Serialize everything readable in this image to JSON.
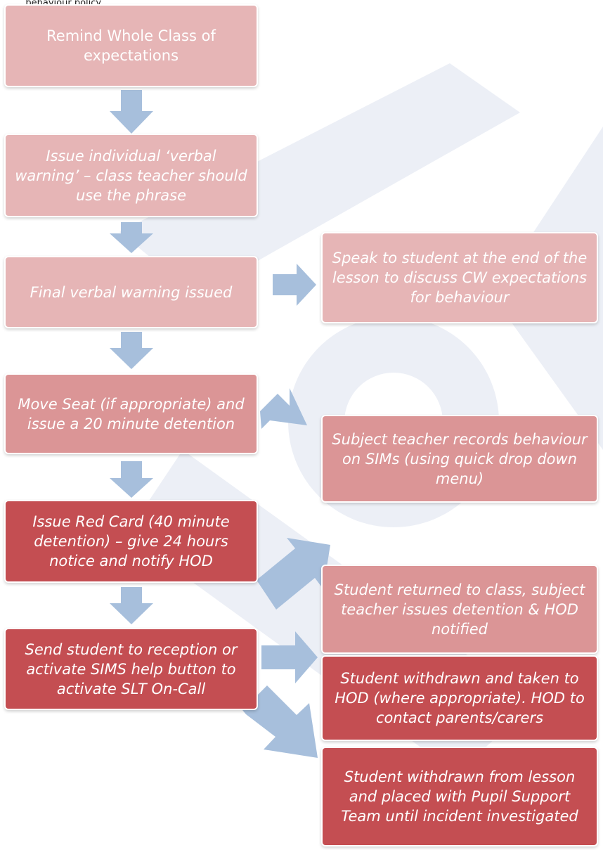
{
  "header_fragment": "...behaviour policy...",
  "colors": {
    "light_box": "#e6b5b6",
    "medium_box": "#db9596",
    "dark_box": "#c44e52",
    "arrow": "#a7bfdc"
  },
  "flow": {
    "remind_class": "Remind Whole Class of expectations",
    "verbal_warning": "Issue individual ‘verbal warning’ – class teacher should use the phrase",
    "final_warning": "Final verbal warning issued",
    "move_seat": "Move Seat (if appropriate) and issue a 20 minute detention",
    "red_card": "Issue Red Card (40 minute detention) – give 24 hours notice and notify HOD",
    "send_reception": "Send student to reception or activate SIMS help button to activate SLT On-Call"
  },
  "outcomes": {
    "speak_to_student": "Speak to student at the end of the lesson to discuss CW expectations for behaviour",
    "records_sims": "Subject teacher records behaviour on SIMs (using quick drop down menu)",
    "returned_to_class": "Student returned to class, subject teacher issues detention & HOD notified",
    "withdrawn_hod": "Student withdrawn and taken to HOD (where appropriate). HOD to contact parents/carers",
    "withdrawn_pupil_support": "Student withdrawn from lesson and placed with Pupil Support Team until incident investigated"
  }
}
